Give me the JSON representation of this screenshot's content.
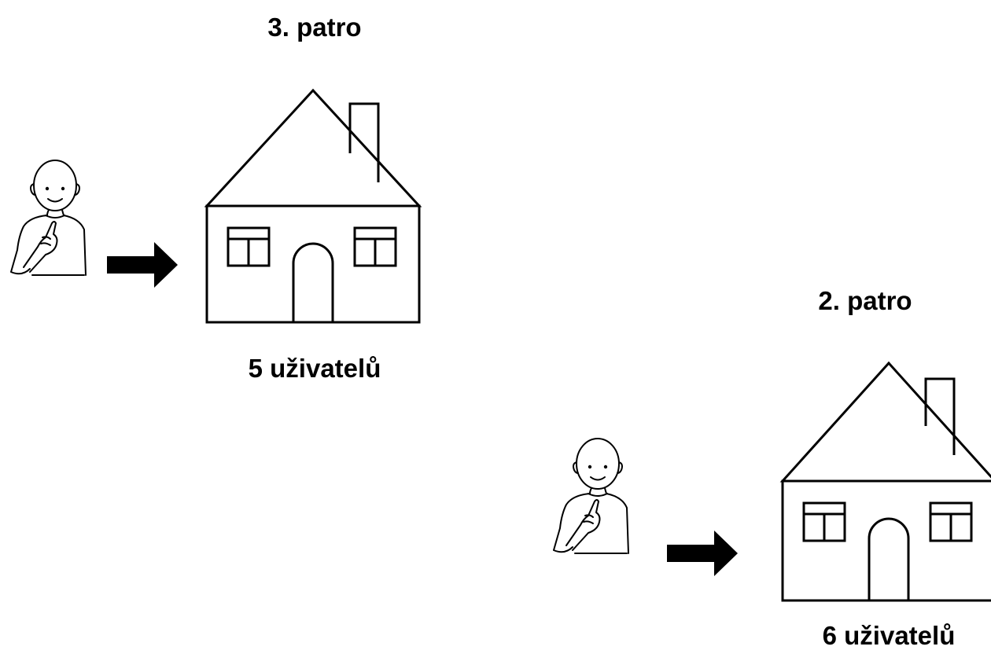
{
  "groups": [
    {
      "floor_label": "3. patro",
      "users_label": "5 uživatelů"
    },
    {
      "floor_label": "2. patro",
      "users_label": "6 uživatelů"
    }
  ],
  "colors": {
    "ink": "#000000",
    "background": "#ffffff"
  },
  "icons": [
    "person-pointing-self-icon",
    "arrow-right-icon",
    "house-icon"
  ]
}
